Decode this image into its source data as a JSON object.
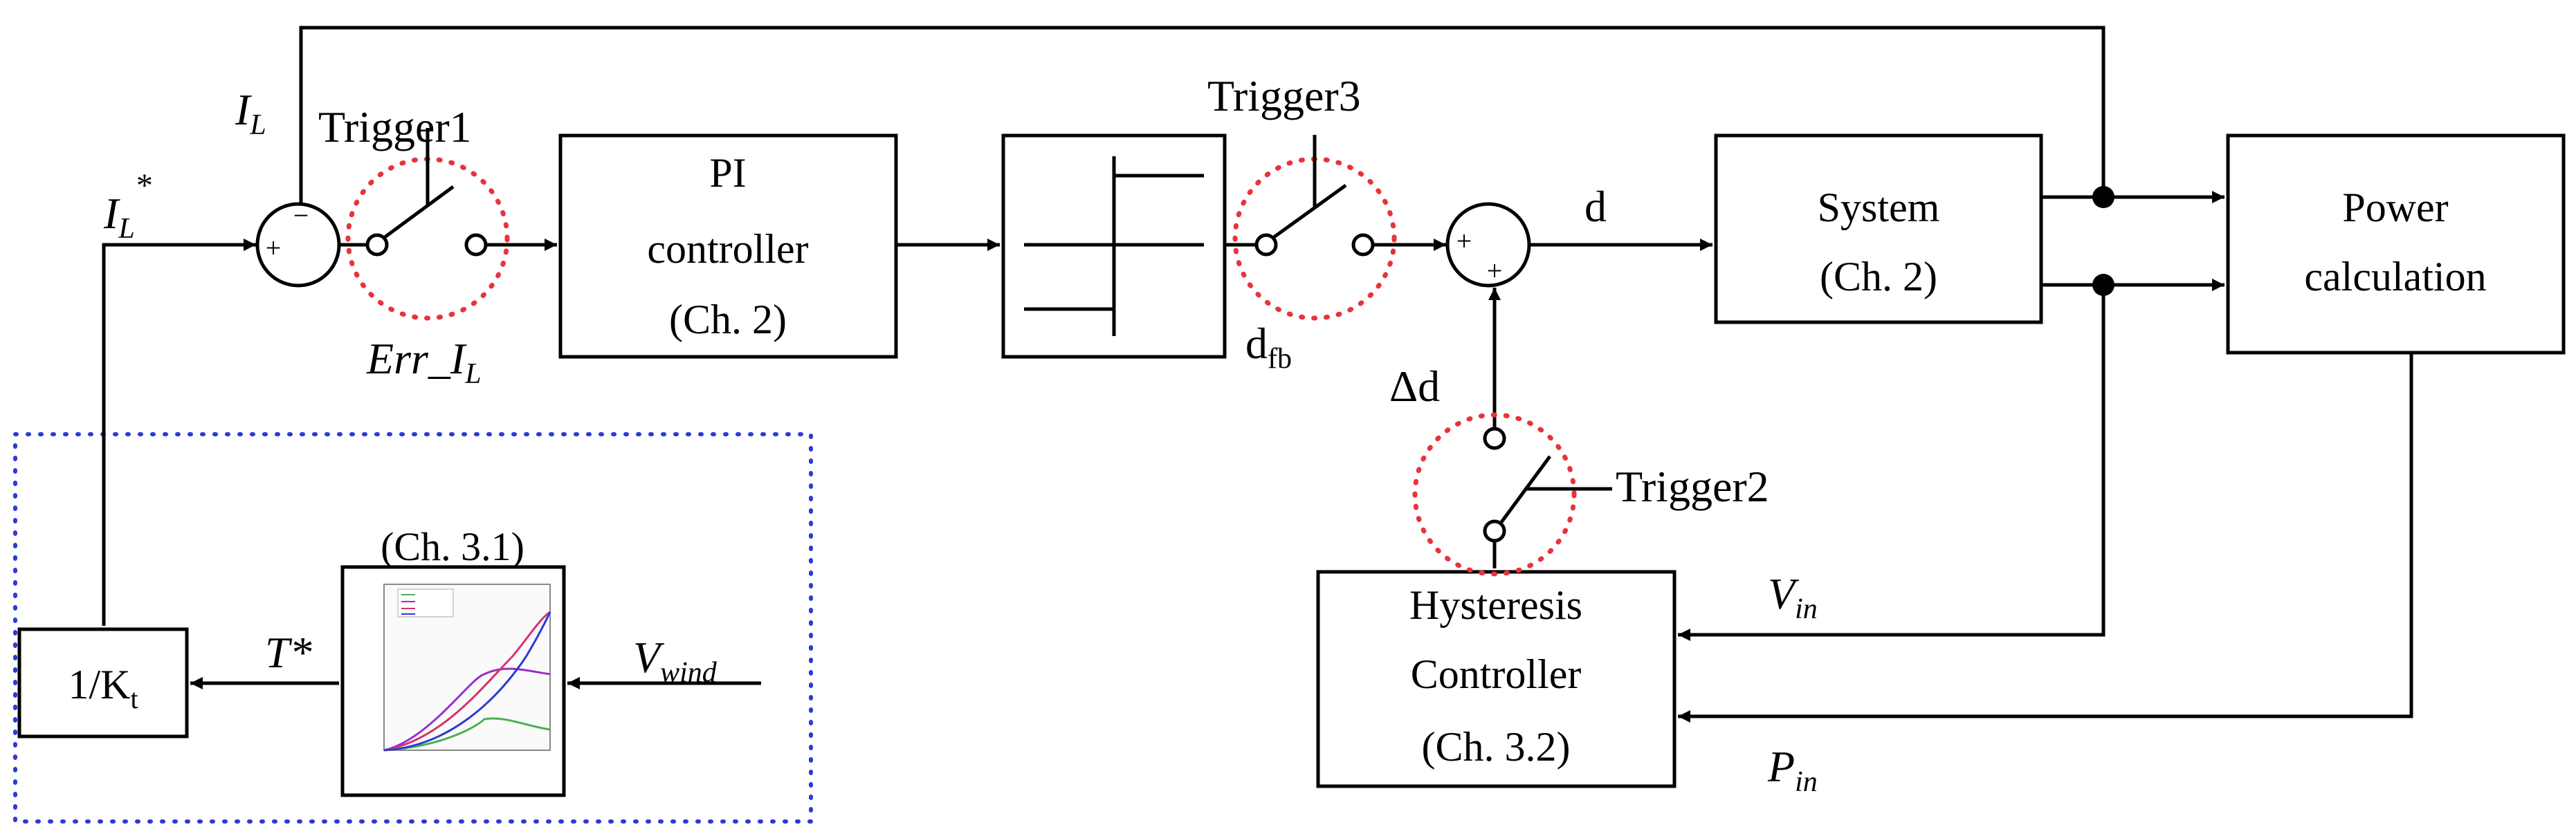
{
  "blocks": {
    "pi": [
      "PI",
      "controller",
      "(Ch. 2)"
    ],
    "system": [
      "System",
      "(Ch. 2)"
    ],
    "power": [
      "Power",
      "calculation"
    ],
    "hysteresis": [
      "Hysteresis",
      "Controller",
      "(Ch. 3.2)"
    ],
    "inv_kt": {
      "main": "1/K",
      "sub": "t"
    },
    "lookup_caption": "(Ch. 3.1)"
  },
  "signals": {
    "il": {
      "main": "I",
      "sub": "L"
    },
    "il_ref": {
      "main": "I",
      "sub": "L",
      "sup": "*"
    },
    "err": {
      "main": "Err_I",
      "sub": "L"
    },
    "d": "d",
    "dfb": {
      "main": "d",
      "sub": "fb"
    },
    "delta_d": "Δd",
    "t_ref": "T*",
    "vwind": {
      "main": "V",
      "sub": "wind"
    },
    "vin": {
      "main": "V",
      "sub": "in"
    },
    "pin": {
      "main": "P",
      "sub": "in"
    }
  },
  "switches": {
    "trigger1": "Trigger1",
    "trigger2": "Trigger2",
    "trigger3": "Trigger3"
  },
  "sum1_signs": {
    "left": "+",
    "top": "−"
  },
  "sum2_signs": {
    "left": "+",
    "bottom": "+"
  },
  "colors": {
    "trigger_ring": "#e8333a",
    "region_border": "#2b3bd6"
  }
}
